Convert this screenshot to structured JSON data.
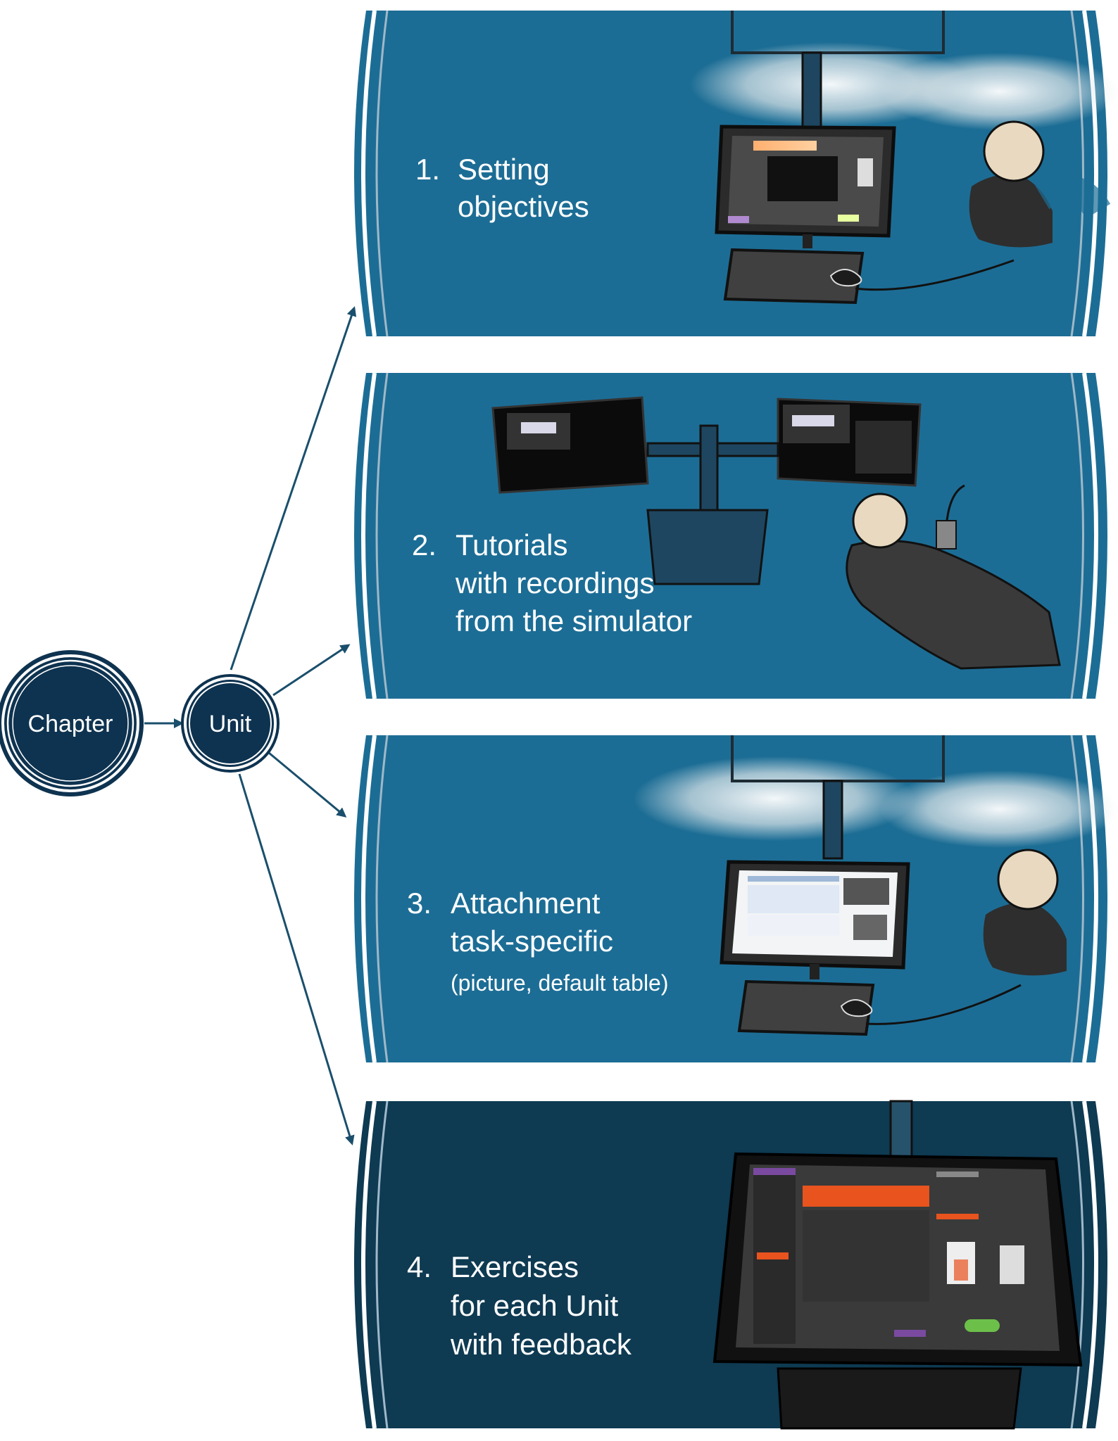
{
  "nodes": {
    "chapter": "Chapter",
    "unit": "Unit"
  },
  "panels": [
    {
      "number": "1.",
      "lines": [
        "Setting",
        "objectives"
      ],
      "sub": ""
    },
    {
      "number": "2.",
      "lines": [
        "Tutorials",
        "with recordings",
        "from the simulator"
      ],
      "sub": ""
    },
    {
      "number": "3.",
      "lines": [
        "Attachment",
        "task-specific"
      ],
      "sub": "(picture, default table)"
    },
    {
      "number": "4.",
      "lines": [
        "Exercises",
        "for each Unit",
        "with feedback"
      ],
      "sub": ""
    }
  ],
  "colors": {
    "node_fill": "#0e3350",
    "panel_blue": "#1c6d95",
    "panel_dark": "#0e3a52",
    "arrow": "#1a4f6c"
  }
}
